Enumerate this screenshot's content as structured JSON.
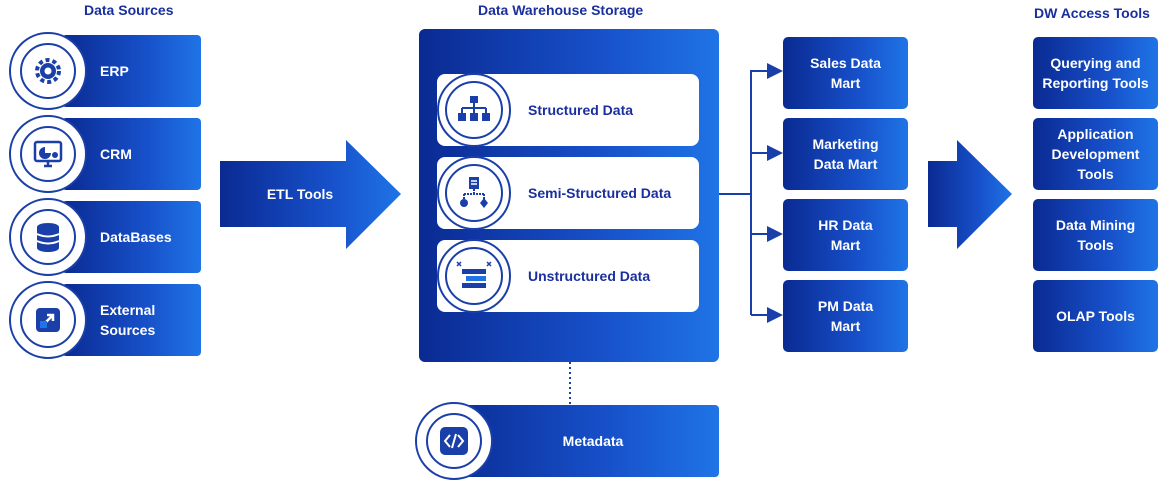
{
  "headers": {
    "sources": "Data Sources",
    "storage": "Data Warehouse Storage",
    "access": "DW Access Tools"
  },
  "sources": [
    "ERP",
    "CRM",
    "DataBases",
    "External Sources"
  ],
  "etl": "ETL Tools",
  "storage_items": [
    "Structured Data",
    "Semi-Structured Data",
    "Unstructured Data"
  ],
  "metadata": "Metadata",
  "marts": [
    "Sales Data Mart",
    "Marketing Data Mart",
    "HR Data Mart",
    "PM Data Mart"
  ],
  "tools": [
    "Querying and Reporting Tools",
    "Application Development Tools",
    "Data Mining Tools",
    "OLAP Tools"
  ],
  "colors": {
    "primary": "#0a2a92",
    "accent": "#1f74e6",
    "text_header": "#1a2f9e"
  },
  "icons": [
    "gear-icon",
    "chart-monitor-icon",
    "database-icon",
    "external-link-icon",
    "hierarchy-icon",
    "semi-structured-icon",
    "unstructured-icon",
    "code-icon",
    "arrow-right-icon"
  ]
}
